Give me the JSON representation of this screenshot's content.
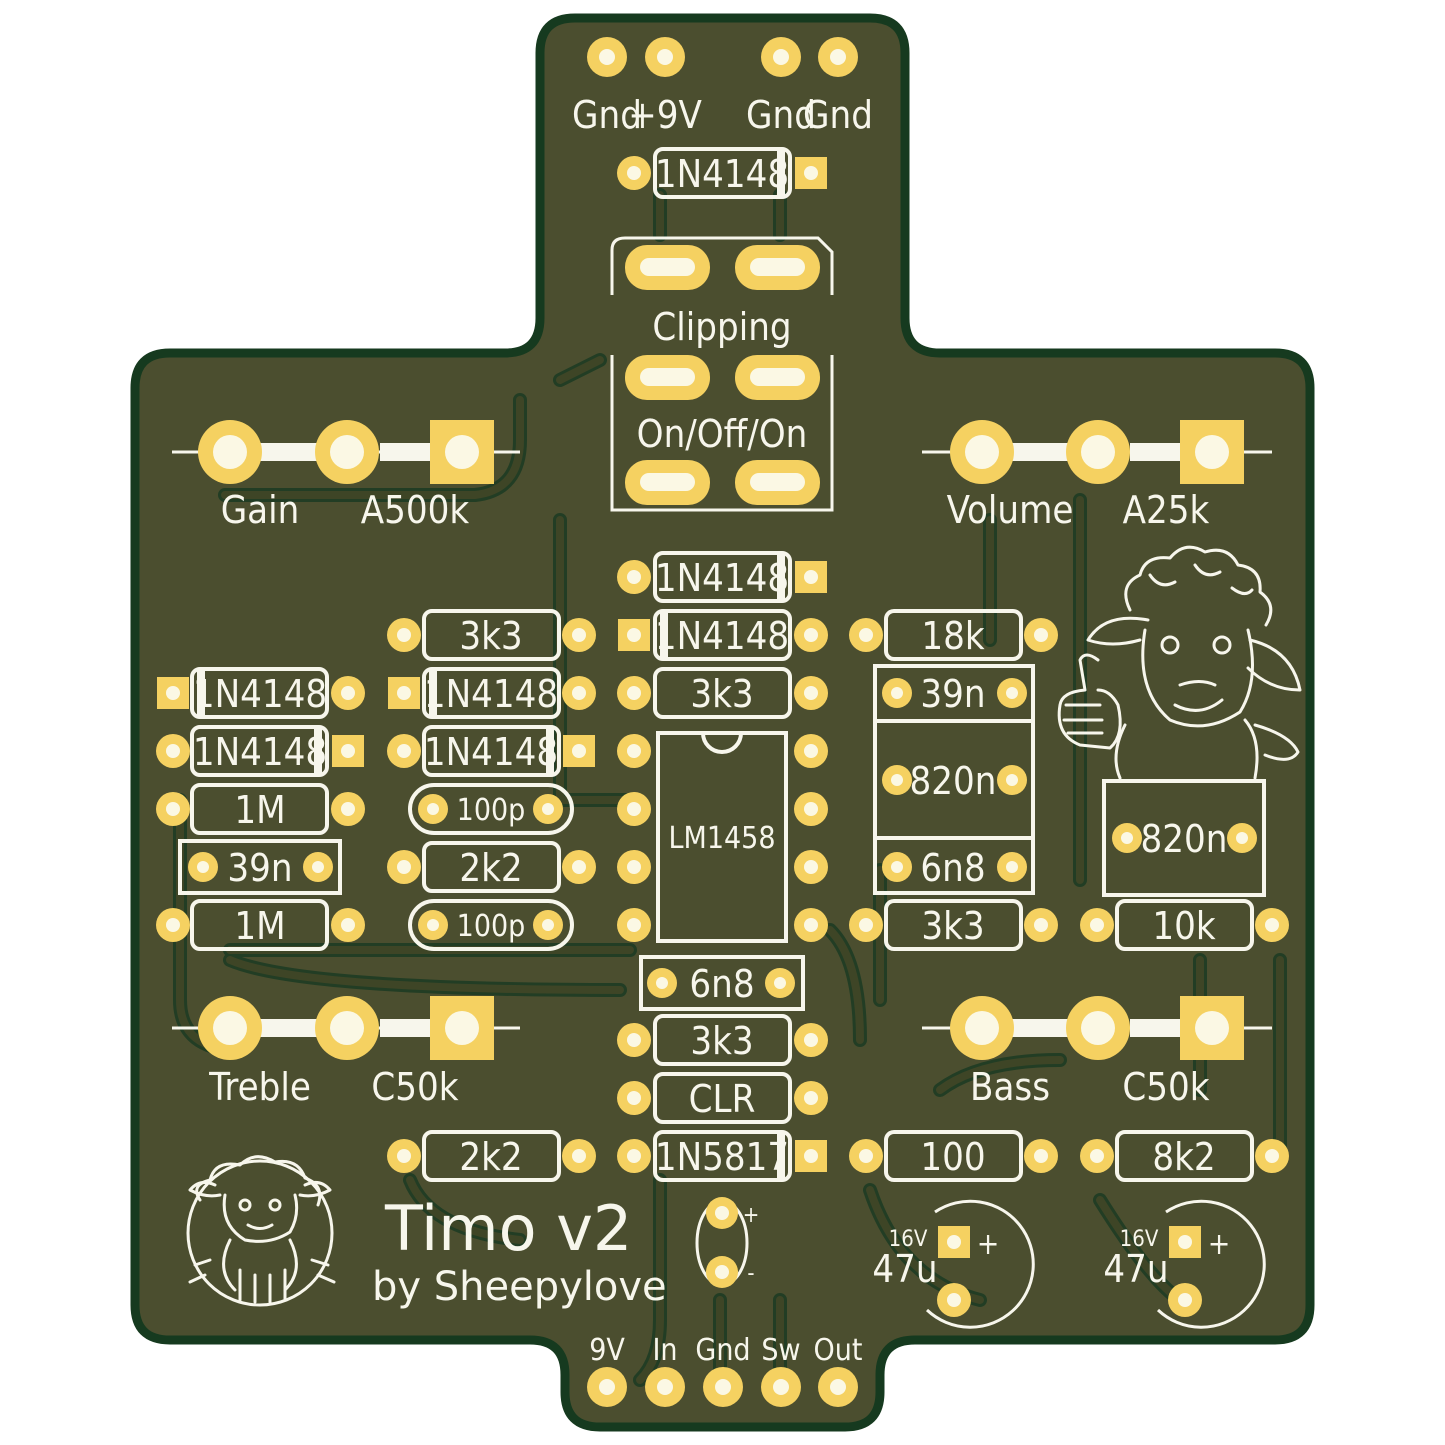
{
  "colors": {
    "board": "#4b4e2f",
    "edge": "#163a1f",
    "trace": "#3e4526",
    "trace_outline": "#223d24",
    "copper": "#f5d161",
    "pad_hole": "#fbf8e4",
    "silk": "#f7f6ec"
  },
  "power_pads": [
    "Gnd",
    "+9V",
    "Gnd",
    "Gnd"
  ],
  "switch": {
    "name": "Clipping",
    "type": "On/Off/On"
  },
  "pots": {
    "gain": {
      "name": "Gain",
      "value": "A500k"
    },
    "volume": {
      "name": "Volume",
      "value": "A25k"
    },
    "treble": {
      "name": "Treble",
      "value": "C50k"
    },
    "bass": {
      "name": "Bass",
      "value": "C50k"
    }
  },
  "components": {
    "d_top": "1N4148",
    "d_mid1": "1N4148",
    "d_mid2": "1N4148",
    "d_l1": "1N4148",
    "d_l2": "1N4148",
    "d_c1": "1N4148",
    "d_c2": "1N4148",
    "d_prot": "1N5817",
    "r_3k3_a": "3k3",
    "r_3k3_b": "3k3",
    "r_3k3_c": "3k3",
    "r_3k3_d": "3k3",
    "r_1m_a": "1M",
    "r_1m_b": "1M",
    "r_2k2_a": "2k2",
    "r_2k2_b": "2k2",
    "r_18k": "18k",
    "r_10k": "10k",
    "r_100": "100",
    "r_8k2": "8k2",
    "r_clr": "CLR",
    "c_100p_a": "100p",
    "c_100p_b": "100p",
    "c_39n_a": "39n",
    "c_39n_b": "39n",
    "c_820n_a": "820n",
    "c_820n_b": "820n",
    "c_6n8_a": "6n8",
    "c_6n8_b": "6n8",
    "ic": "LM1458",
    "cap_e1": {
      "voltage": "16V",
      "value": "47u"
    },
    "cap_e2": {
      "voltage": "16V",
      "value": "47u"
    },
    "led_plus": "+",
    "led_minus": "-",
    "plus": "+"
  },
  "title": "Timo  v2",
  "subtitle": "by  Sheepylove",
  "io_pads": [
    "9V",
    "In",
    "Gnd",
    "Sw",
    "Out"
  ]
}
